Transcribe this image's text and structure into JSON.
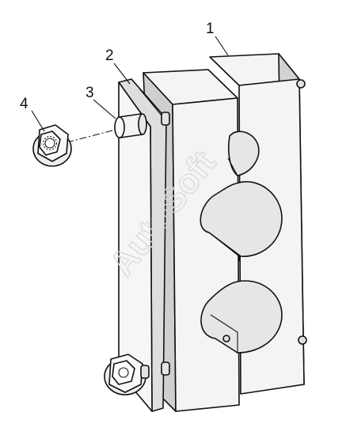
{
  "diagram": {
    "callouts": [
      {
        "id": "1",
        "label": "1"
      },
      {
        "id": "2",
        "label": "2"
      },
      {
        "id": "3",
        "label": "3"
      },
      {
        "id": "4",
        "label": "4"
      }
    ],
    "watermark": "AutoSoft"
  },
  "colors": {
    "line": "#111111",
    "block_light": "#f4f4f4",
    "block_shade": "#cfcfcf",
    "cutout": "#e8e8e8",
    "watermark": "#d9d9d9"
  }
}
